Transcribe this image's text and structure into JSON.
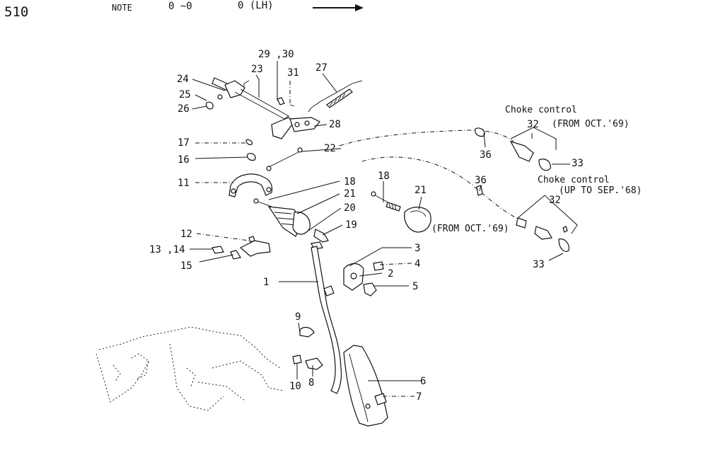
{
  "header": {
    "model": "510",
    "note_label": "NOTE",
    "note_range": "0 ∼0",
    "note_side": "0 (LH)"
  },
  "callouts": {
    "c1": "1",
    "c2": "2",
    "c3": "3",
    "c4": "4",
    "c5": "5",
    "c6": "6",
    "c7": "7",
    "c8": "8",
    "c9": "9",
    "c10": "10",
    "c11": "11",
    "c12": "12",
    "c13_14": "13 ,14",
    "c15": "15",
    "c16": "16",
    "c17": "17",
    "c18a": "18",
    "c18b": "18",
    "c19": "19",
    "c20": "20",
    "c21a": "21",
    "c21b": "21",
    "c22": "22",
    "c23": "23",
    "c24": "24",
    "c25": "25",
    "c26": "26",
    "c27": "27",
    "c28": "28",
    "c29_30": "29 ,30",
    "c31": "31",
    "c32a": "32",
    "c32b": "32",
    "c33a": "33",
    "c33b": "33",
    "c36a": "36",
    "c36b": "36"
  },
  "notes": {
    "choke_control_1": "Choke control",
    "from_oct_69_a": "(FROM OCT.'69)",
    "choke_control_2": "Choke control",
    "up_to_sep_68": "(UP TO SEP.'68)",
    "from_oct_69_b": "(FROM OCT.'69)"
  }
}
